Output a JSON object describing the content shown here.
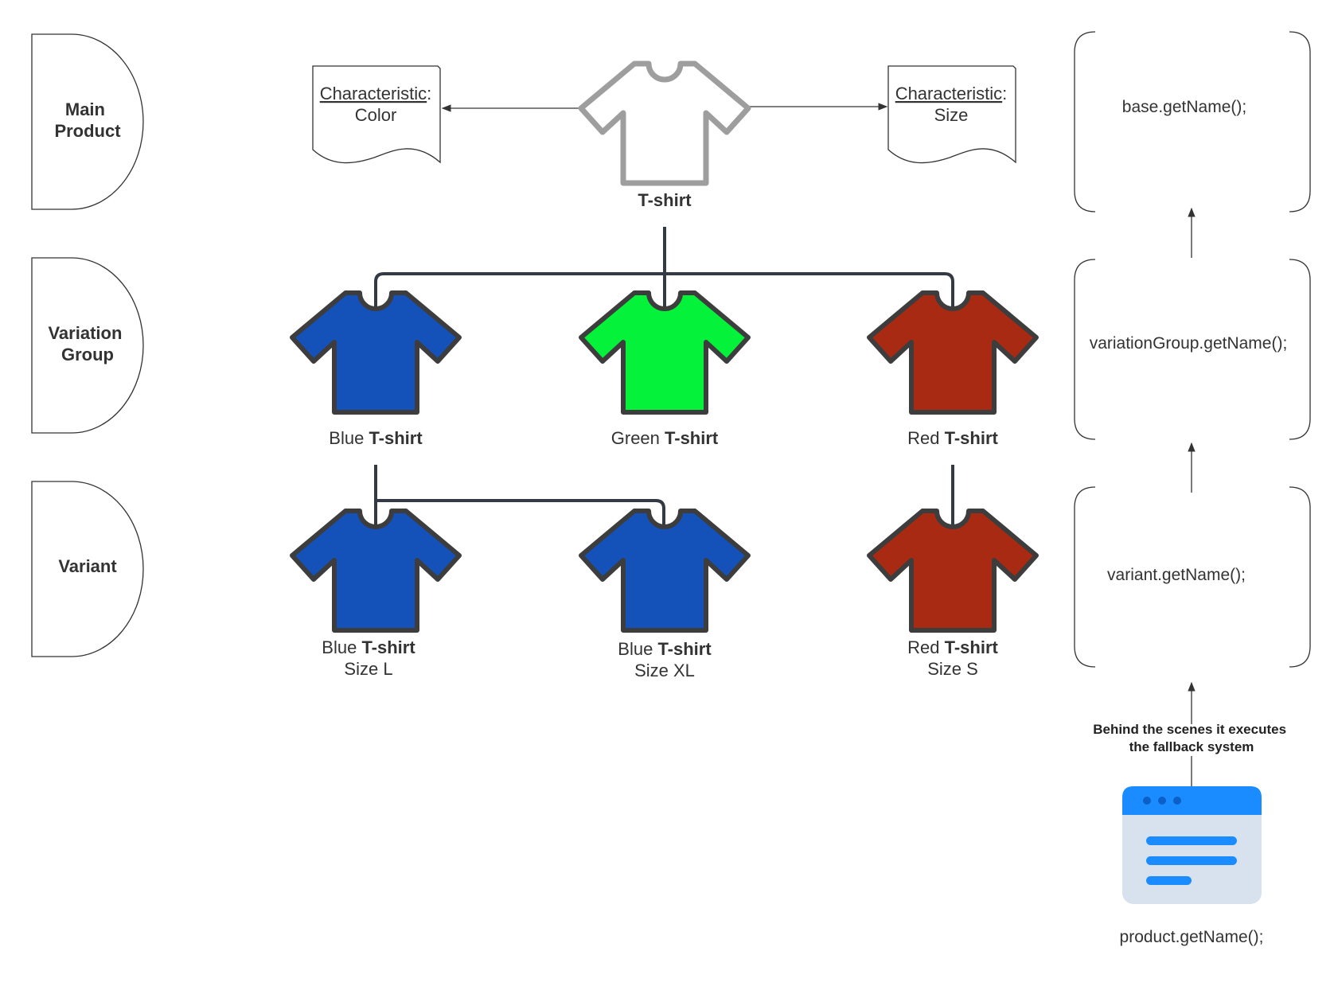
{
  "colors": {
    "blue": "#1451b8",
    "green": "#05f23a",
    "red": "#a82a12",
    "outline_dark": "#3d3d3d",
    "outline_gray": "#9e9e9e",
    "connector": "#333a44",
    "browser_header": "#1a8cff",
    "browser_body": "#d8e2ee"
  },
  "levels": {
    "main": [
      "Main",
      "Product"
    ],
    "group": [
      "Variation",
      "Group"
    ],
    "variant": [
      "Variant"
    ]
  },
  "characteristics": {
    "color": {
      "label": "Characteristic",
      "colon": ":",
      "value": "Color"
    },
    "size": {
      "label": "Characteristic",
      "colon": ":",
      "value": "Size"
    }
  },
  "products": {
    "main": {
      "prefix": "",
      "name": "T-shirt",
      "sub": "",
      "icon": "tshirt-outline-icon"
    },
    "blue": {
      "prefix": "Blue ",
      "name": "T-shirt",
      "sub": "",
      "icon": "tshirt-icon"
    },
    "green": {
      "prefix": "Green ",
      "name": "T-shirt",
      "sub": "",
      "icon": "tshirt-icon"
    },
    "red": {
      "prefix": "Red ",
      "name": "T-shirt",
      "sub": "",
      "icon": "tshirt-icon"
    },
    "blue_l": {
      "prefix": "Blue ",
      "name": "T-shirt",
      "sub": "Size L",
      "icon": "tshirt-icon"
    },
    "blue_xl": {
      "prefix": "Blue ",
      "name": "T-shirt",
      "sub": "Size XL",
      "icon": "tshirt-icon"
    },
    "red_s": {
      "prefix": "Red ",
      "name": "T-shirt",
      "sub": "Size S",
      "icon": "tshirt-icon"
    }
  },
  "code": {
    "base": "base.getName();",
    "group": "variationGroup.getName();",
    "variant": "variant.getName();",
    "product": "product.getName();"
  },
  "fallback_note": [
    "Behind the scenes it executes",
    "the fallback system"
  ],
  "browser_icon": "browser-window-icon"
}
